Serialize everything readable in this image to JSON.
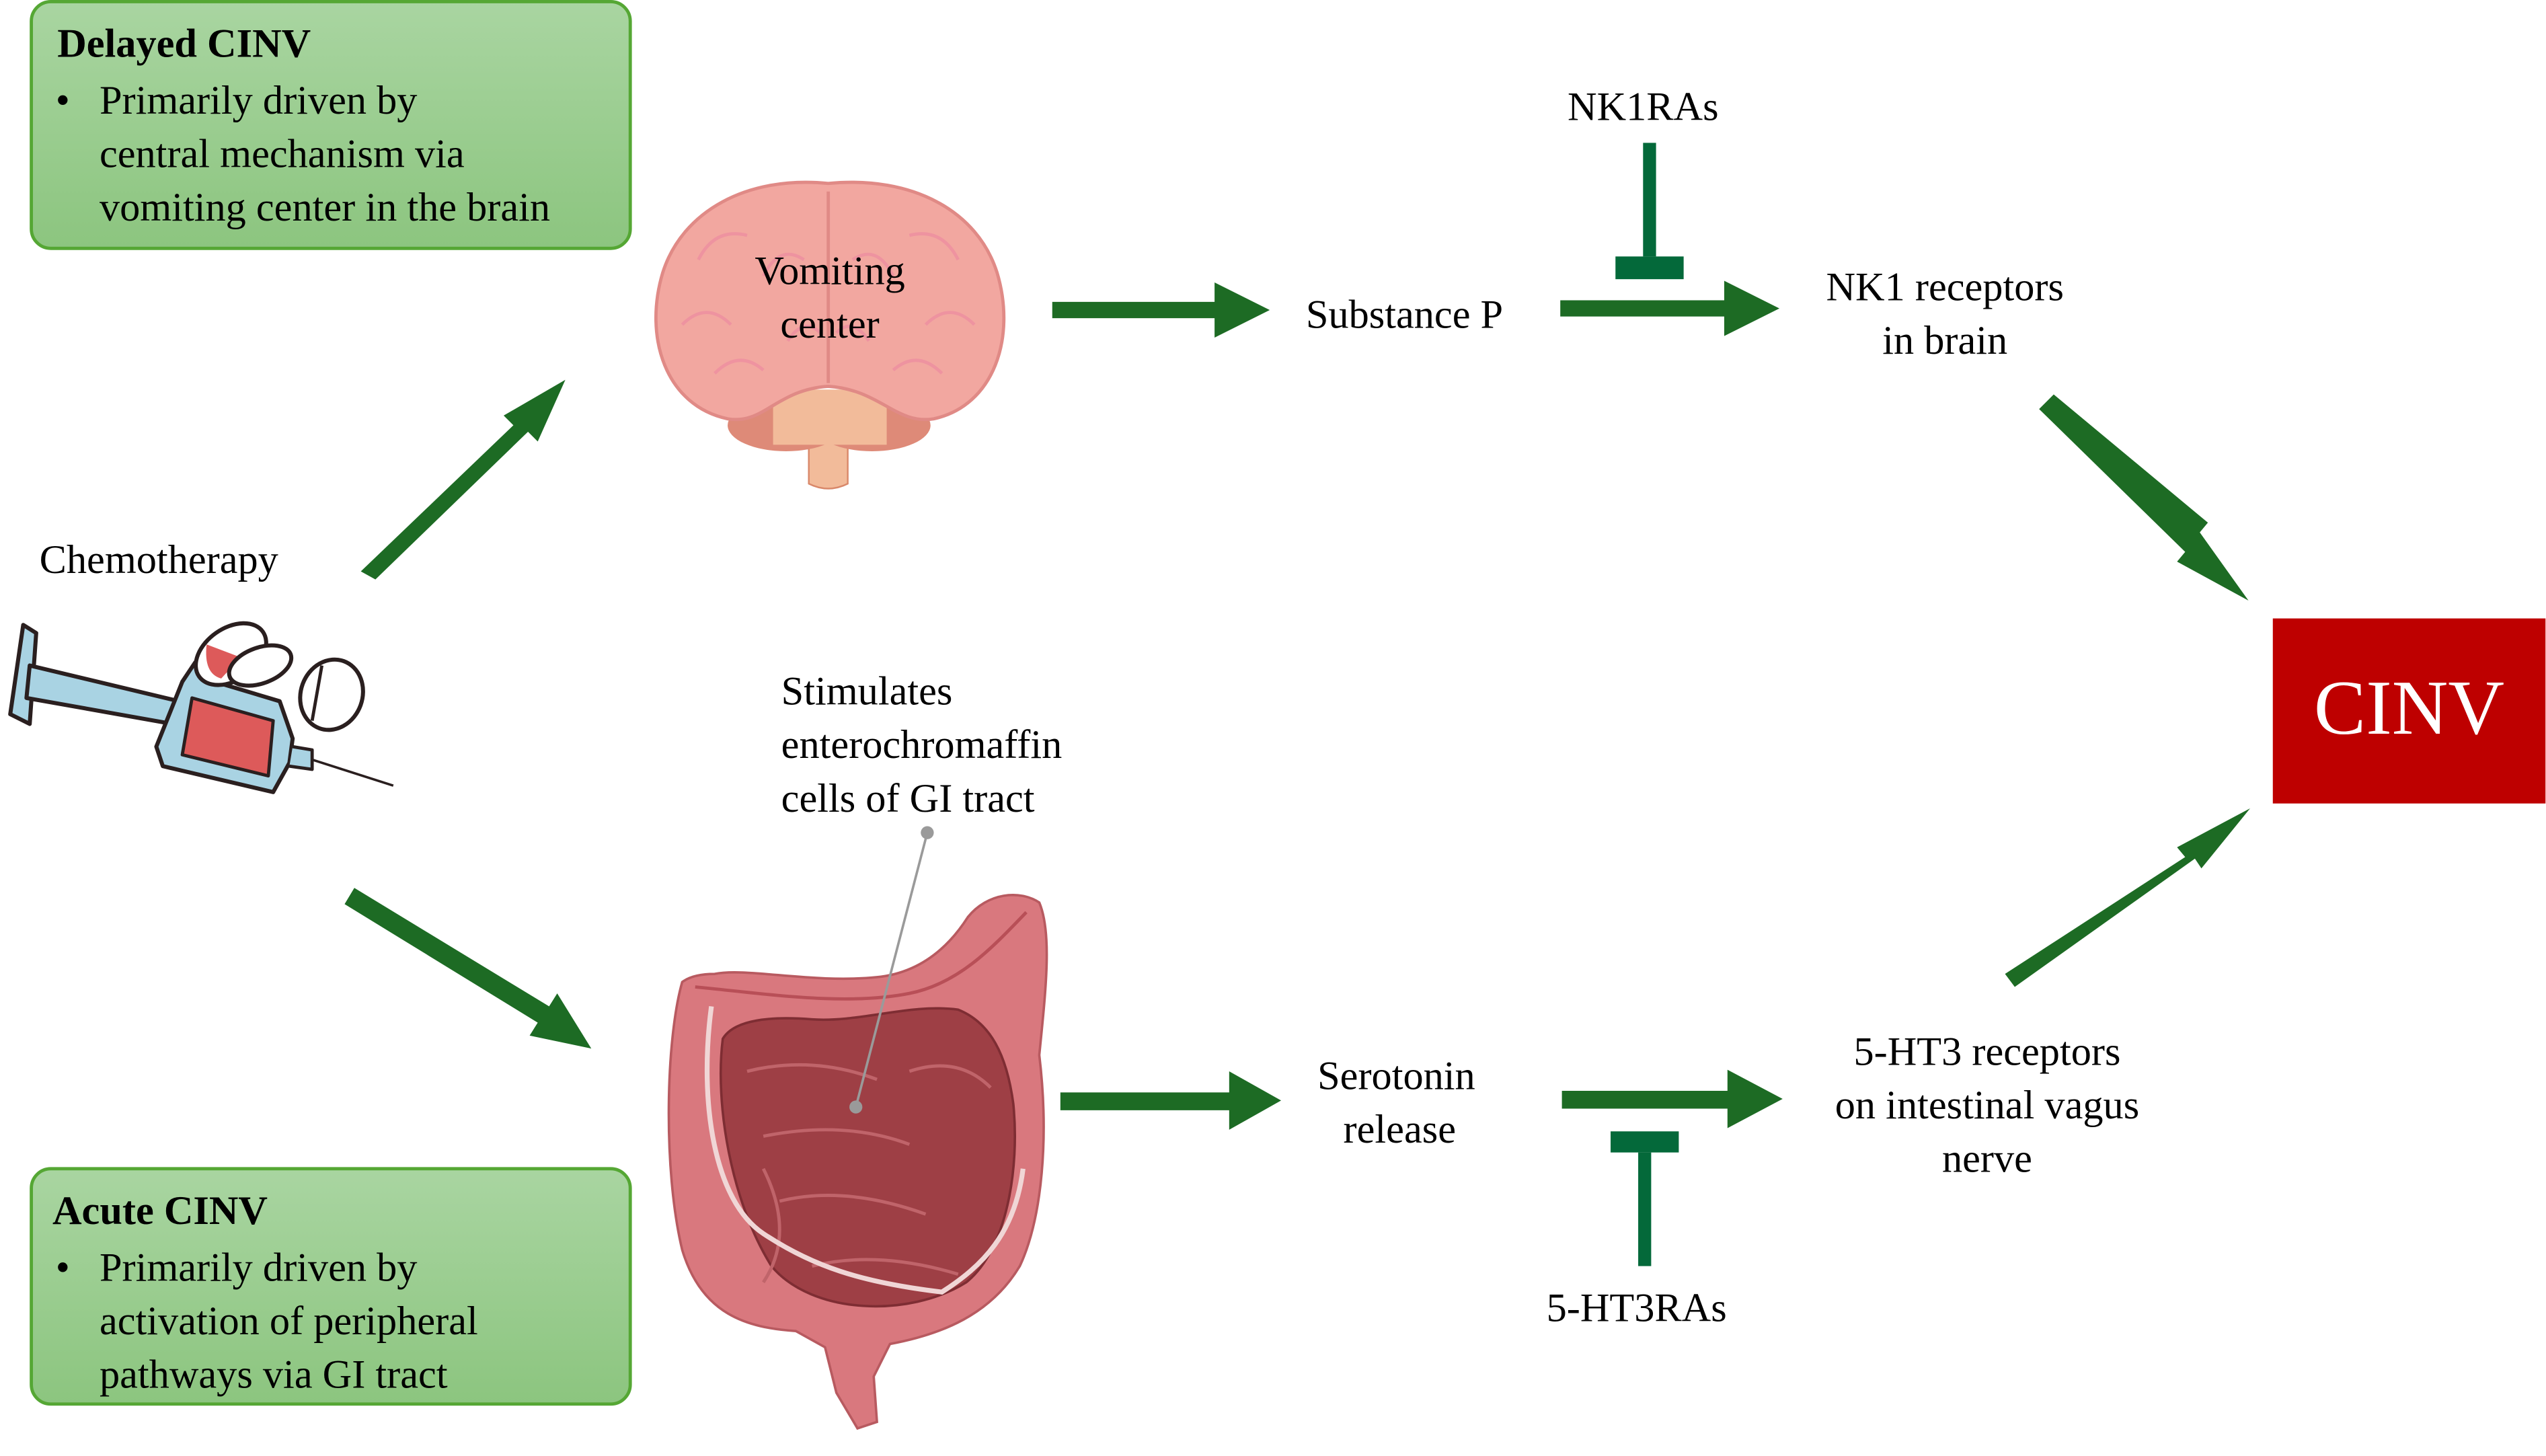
{
  "diagram": {
    "delayed_box": {
      "title": "Delayed CINV",
      "bullet": "•",
      "lines": [
        "Primarily driven by",
        "central mechanism via",
        "vomiting center in the brain"
      ]
    },
    "acute_box": {
      "title": "Acute CINV",
      "bullet": "•",
      "lines": [
        "Primarily driven by",
        "activation of peripheral",
        "pathways via GI tract"
      ]
    },
    "chemotherapy_label": "Chemotherapy",
    "brain_label": [
      "Vomiting",
      "center"
    ],
    "substance_p": "Substance P",
    "nk1ras": "NK1RAs",
    "nk1_receptors": [
      "NK1 receptors",
      "in brain"
    ],
    "gi_callout": [
      "Stimulates",
      "enterochromaffin",
      "cells of GI tract"
    ],
    "serotonin": [
      "Serotonin",
      "release"
    ],
    "ht3_receptors": [
      "5-HT3 receptors",
      "on intestinal vagus",
      "nerve"
    ],
    "ht3ras": "5-HT3RAs",
    "outcome": "CINV",
    "colors": {
      "arrow_green": "#1d6b24",
      "inhibitor_green": "#04693a",
      "box_fill_top": "#a9d5a1",
      "box_fill_bottom": "#8cc57f",
      "box_border": "#55a734",
      "cinv_red": "#be0000",
      "brain_pink": "#f2a7a0",
      "gut_dark": "#9e3f45",
      "gut_light": "#d9787e"
    }
  }
}
